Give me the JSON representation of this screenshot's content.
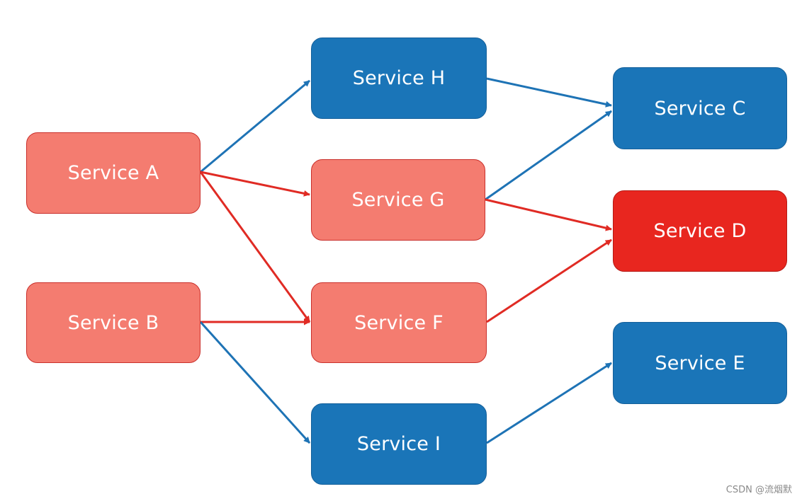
{
  "colors": {
    "blue": "#1a75b8",
    "salmon": "#f47c70",
    "red": "#e8261f",
    "edge_blue": "#1e73b5",
    "edge_red": "#e02b24"
  },
  "nodes": {
    "a": {
      "label": "Service A",
      "status": "salmon"
    },
    "b": {
      "label": "Service B",
      "status": "salmon"
    },
    "h": {
      "label": "Service H",
      "status": "blue"
    },
    "g": {
      "label": "Service G",
      "status": "salmon"
    },
    "f": {
      "label": "Service F",
      "status": "salmon"
    },
    "i": {
      "label": "Service I",
      "status": "blue"
    },
    "c": {
      "label": "Service C",
      "status": "blue"
    },
    "d": {
      "label": "Service D",
      "status": "red"
    },
    "e": {
      "label": "Service E",
      "status": "blue"
    }
  },
  "edges": [
    {
      "from": "Service A",
      "to": "Service H",
      "color": "blue"
    },
    {
      "from": "Service A",
      "to": "Service G",
      "color": "red"
    },
    {
      "from": "Service A",
      "to": "Service F",
      "color": "red"
    },
    {
      "from": "Service B",
      "to": "Service F",
      "color": "red"
    },
    {
      "from": "Service B",
      "to": "Service I",
      "color": "blue"
    },
    {
      "from": "Service H",
      "to": "Service C",
      "color": "blue"
    },
    {
      "from": "Service G",
      "to": "Service C",
      "color": "blue"
    },
    {
      "from": "Service G",
      "to": "Service D",
      "color": "red"
    },
    {
      "from": "Service F",
      "to": "Service D",
      "color": "red"
    },
    {
      "from": "Service I",
      "to": "Service E",
      "color": "blue"
    }
  ],
  "watermark": "CSDN @流烟默"
}
